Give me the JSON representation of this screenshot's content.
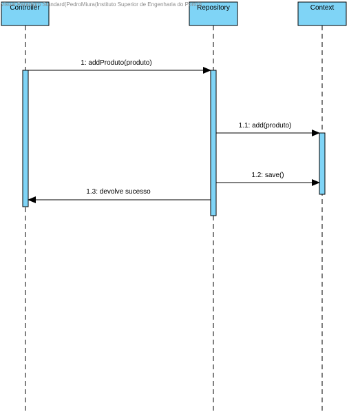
{
  "watermark": "Visual Paradigm Standard(PedroMiura(Instituto Superior de Engenharia do Porto))",
  "lifelines": [
    {
      "name": "Controller"
    },
    {
      "name": "Repository"
    },
    {
      "name": "Context"
    }
  ],
  "messages": [
    {
      "label": "1: addProduto(produto)",
      "from": "Controller",
      "to": "Repository",
      "kind": "call"
    },
    {
      "label": "1.1: add(produto)",
      "from": "Repository",
      "to": "Context",
      "kind": "call"
    },
    {
      "label": "1.2: save()",
      "from": "Repository",
      "to": "Context",
      "kind": "call"
    },
    {
      "label": "1.3: devolve sucesso",
      "from": "Repository",
      "to": "Controller",
      "kind": "return"
    }
  ],
  "colors": {
    "actor_fill": "#7fd4f6",
    "activation_fill": "#7fd4f6",
    "stroke": "#000000"
  }
}
